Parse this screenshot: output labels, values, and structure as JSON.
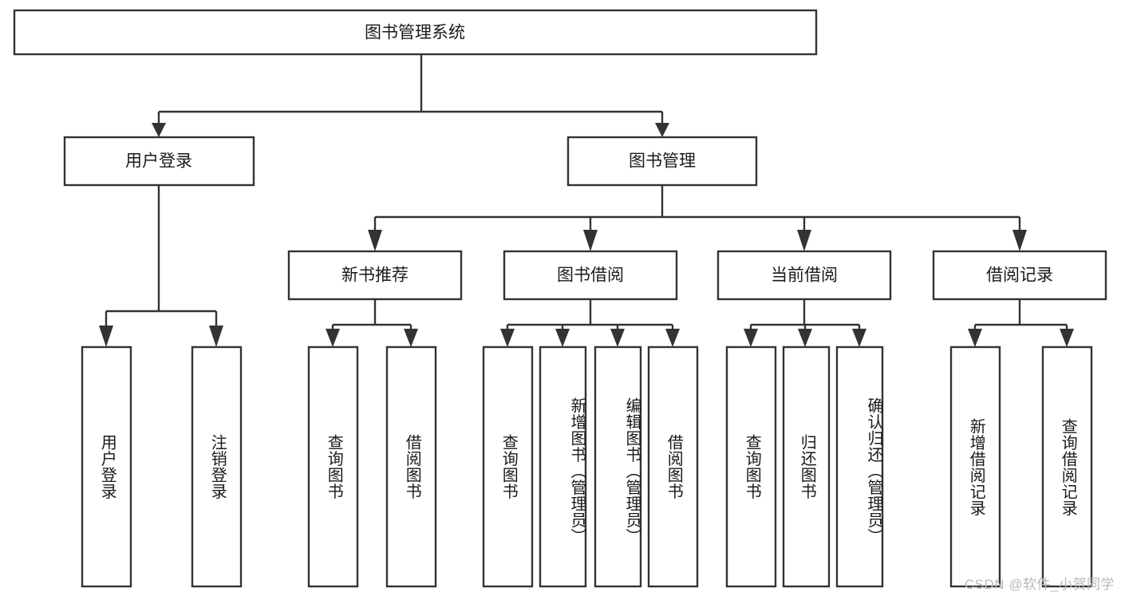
{
  "diagram": {
    "type": "tree-hierarchy",
    "title": "图书管理系统",
    "orientation": "top-down",
    "colors": {
      "box_stroke": "#333333",
      "box_fill": "#ffffff",
      "connector": "#333333",
      "text": "#1a1a1a",
      "watermark": "#b9b9b9",
      "background": "#ffffff"
    },
    "root": {
      "label": "图书管理系统"
    },
    "level2": [
      {
        "label": "用户登录"
      },
      {
        "label": "图书管理"
      }
    ],
    "level3": [
      {
        "label": "新书推荐"
      },
      {
        "label": "图书借阅"
      },
      {
        "label": "当前借阅"
      },
      {
        "label": "借阅记录"
      }
    ],
    "leaves": {
      "user_login": [
        {
          "label": "用户登录"
        },
        {
          "label": "注销登录"
        }
      ],
      "new_book_recommend": [
        {
          "label": "查询图书"
        },
        {
          "label": "借阅图书"
        }
      ],
      "book_borrow": [
        {
          "label": "查询图书"
        },
        {
          "label": "新增图书（管理员）"
        },
        {
          "label": "编辑图书（管理员）"
        },
        {
          "label": "借阅图书"
        }
      ],
      "current_borrow": [
        {
          "label": "查询图书"
        },
        {
          "label": "归还图书"
        },
        {
          "label": "确认归还（管理员）"
        }
      ],
      "borrow_record": [
        {
          "label": "新增借阅记录"
        },
        {
          "label": "查询借阅记录"
        }
      ]
    }
  },
  "watermark": {
    "text": "CSDN @软件_小贺同学"
  }
}
